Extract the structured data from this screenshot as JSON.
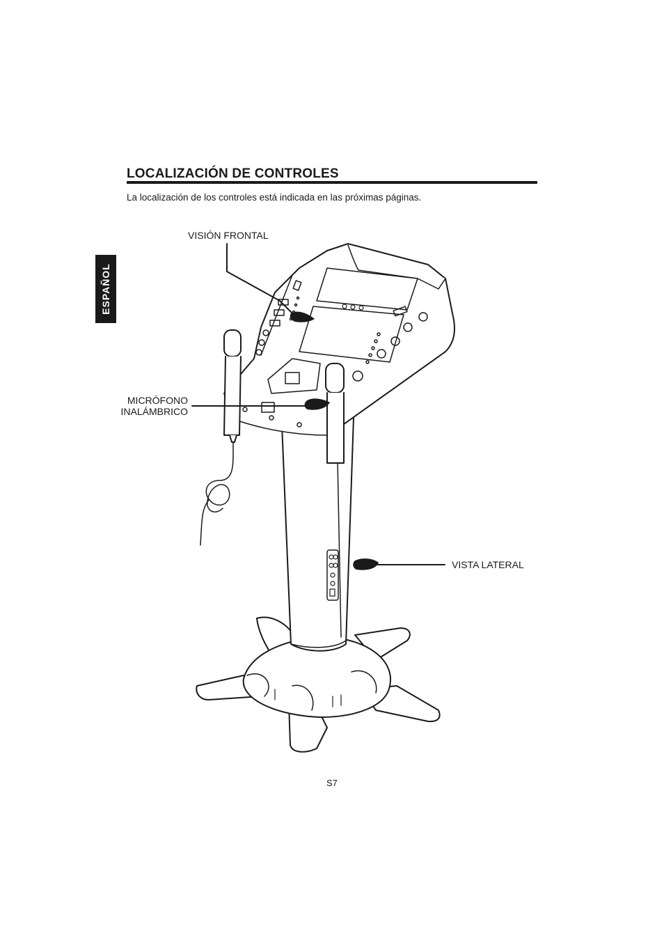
{
  "header": {
    "title": "LOCALIZACIÓN DE CONTROLES",
    "intro": "La localización de los controles está indicada en las próximas páginas."
  },
  "side_tab": {
    "label": "ESPAÑOL"
  },
  "callouts": {
    "front_view": "VISIÓN FRONTAL",
    "wireless_mic_line1": "MICRÓFONO",
    "wireless_mic_line2": "INALÁMBRICO",
    "side_view": "VISTA LATERAL"
  },
  "footer": {
    "page_number": "S7"
  }
}
